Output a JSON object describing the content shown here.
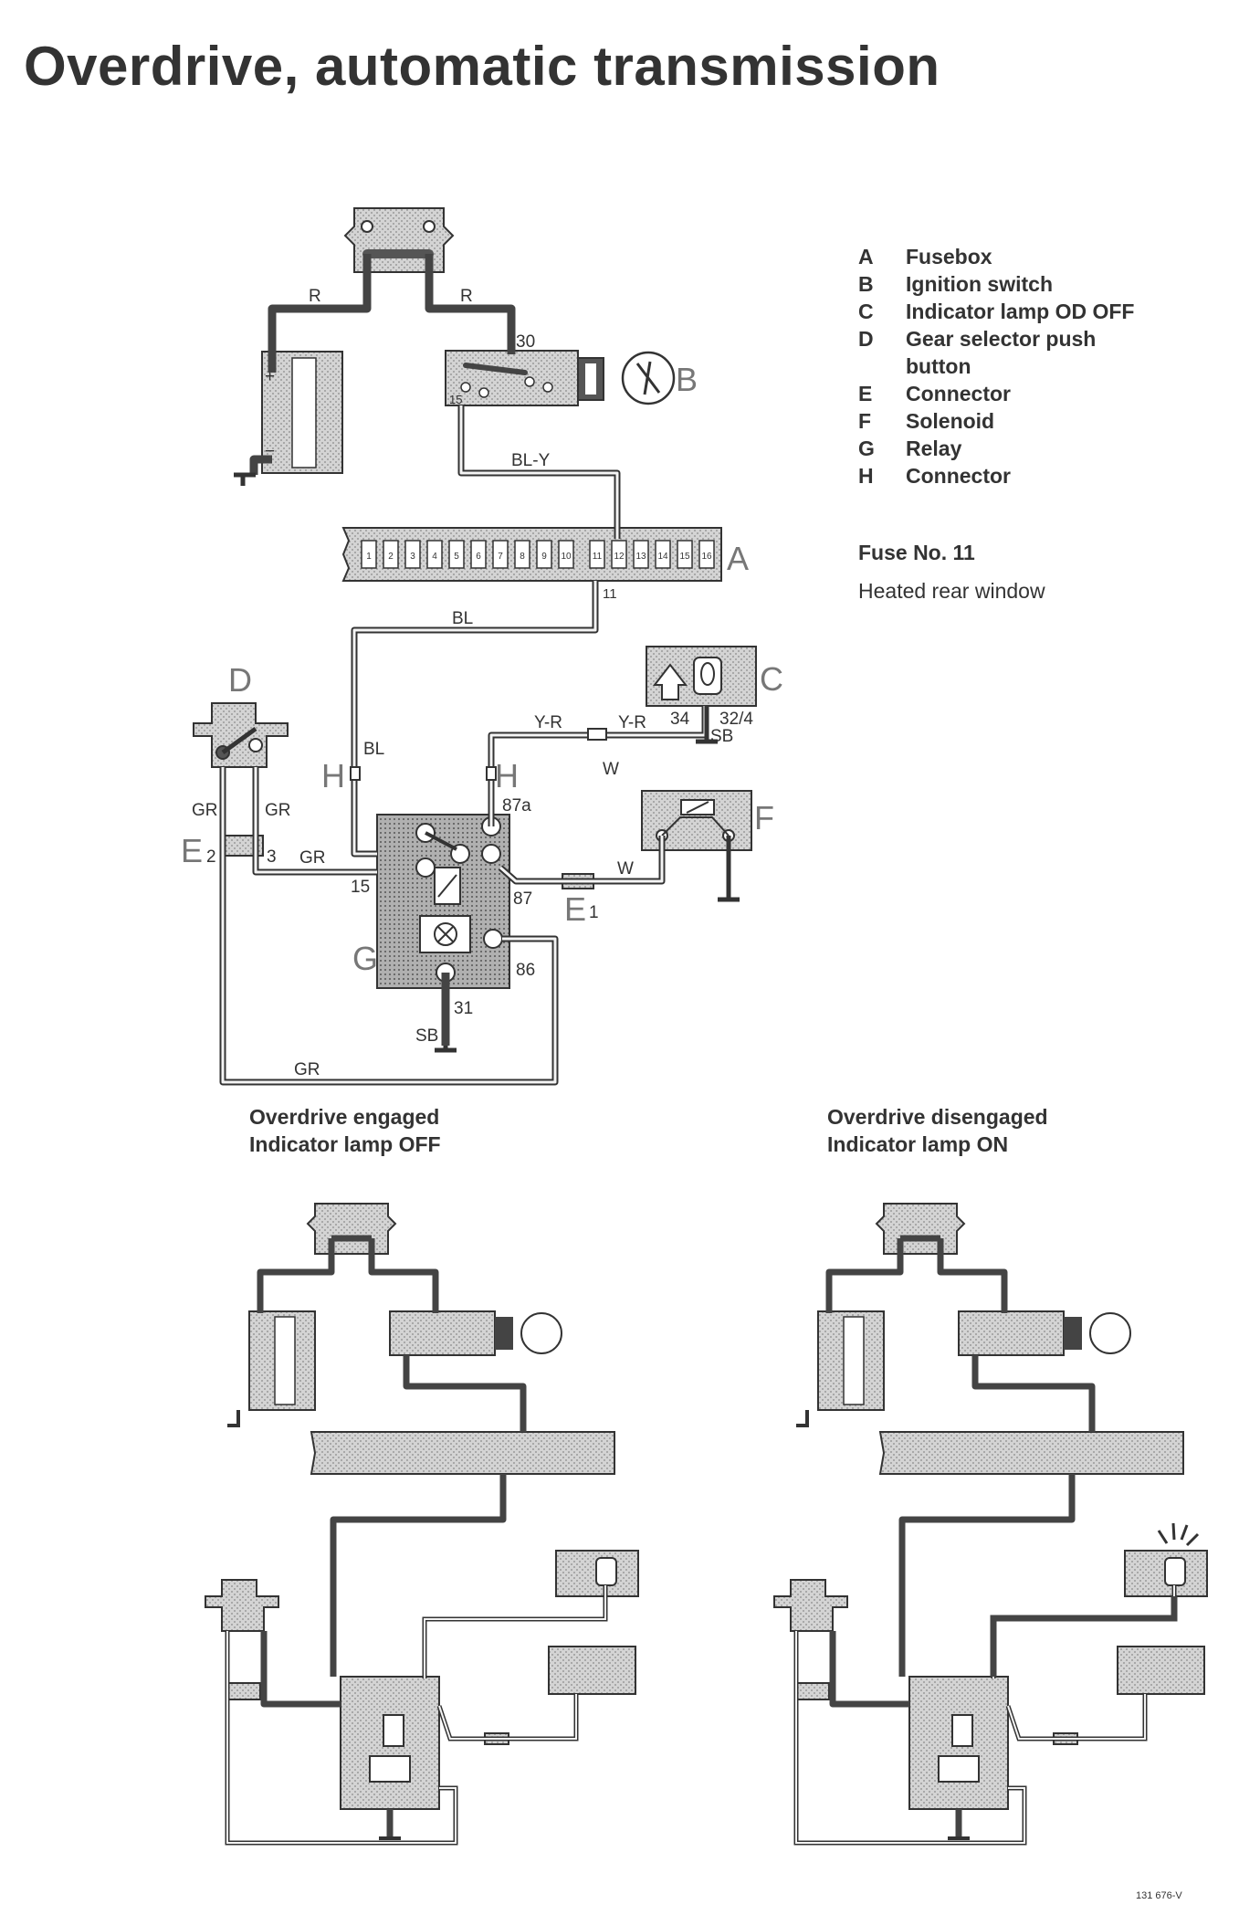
{
  "title": "Overdrive, automatic transmission",
  "legend": [
    {
      "key": "A",
      "label": "Fusebox"
    },
    {
      "key": "B",
      "label": "Ignition switch"
    },
    {
      "key": "C",
      "label": "Indicator lamp OD OFF"
    },
    {
      "key": "D",
      "label": "Gear selector push button"
    },
    {
      "key": "E",
      "label": "Connector"
    },
    {
      "key": "F",
      "label": "Solenoid"
    },
    {
      "key": "G",
      "label": "Relay"
    },
    {
      "key": "H",
      "label": "Connector"
    }
  ],
  "fuse": {
    "title": "Fuse No. 11",
    "description": "Heated rear window"
  },
  "wire_labels": {
    "r_left": "R",
    "r_right": "R",
    "bl_y": "BL-Y",
    "bl_top": "BL",
    "bl_side": "BL",
    "y_r_1": "Y-R",
    "y_r_2": "Y-R",
    "w_1": "W",
    "w_2": "W",
    "gr_1": "GR",
    "gr_2": "GR",
    "gr_3": "GR",
    "gr_bottom": "GR",
    "sb_1": "SB",
    "sb_2": "SB"
  },
  "terminals": {
    "t30": "30",
    "t15_ign": "15",
    "t11": "11",
    "t34": "34",
    "t32_4": "32/4",
    "t87a": "87a",
    "t87": "87",
    "t86": "86",
    "t31": "31",
    "t15": "15",
    "e2": "2",
    "e3": "3",
    "e1": "1"
  },
  "component_letters": {
    "A": "A",
    "B": "B",
    "C": "C",
    "D": "D",
    "E": "E",
    "E_relay": "E",
    "F": "F",
    "G": "G",
    "H_left": "H",
    "H_right": "H"
  },
  "fuse_numbers": [
    "1",
    "2",
    "3",
    "4",
    "5",
    "6",
    "7",
    "8",
    "9",
    "10",
    "11",
    "12",
    "13",
    "14",
    "15",
    "16"
  ],
  "captions": {
    "engaged": {
      "line1": "Overdrive engaged",
      "line2": "Indicator lamp OFF"
    },
    "disengaged": {
      "line1": "Overdrive disengaged",
      "line2": "Indicator lamp ON"
    }
  },
  "figure_code": "131 676-V"
}
